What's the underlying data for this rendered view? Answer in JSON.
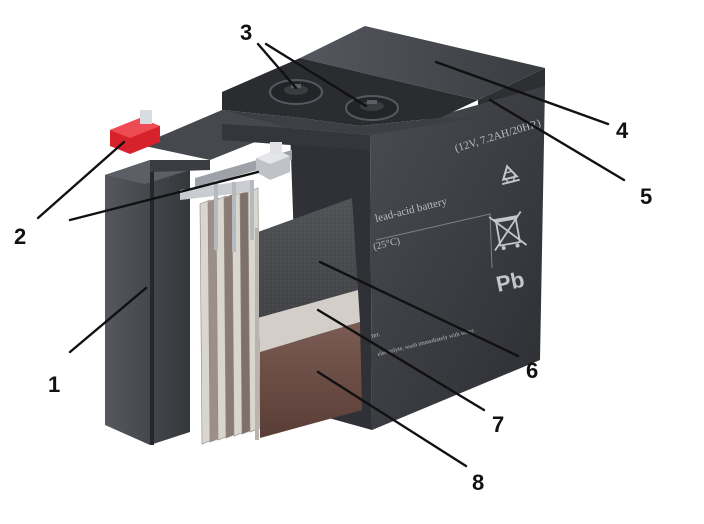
{
  "case_print": {
    "rating": "(12V, 7.2AH/20HR)",
    "type": "lead-acid battery",
    "temp": "(25°C)",
    "fine_1": "ter.",
    "fine_2": "electrolyte, wash immediately with water.",
    "pb": "Pb"
  },
  "icons": [
    "recycling-icon",
    "crossed-out-bin-icon"
  ],
  "colors": {
    "case": "#3b3d42",
    "terminal_positive": "#d8222b",
    "terminal_negative": "#bfc2c7",
    "plate_grey": "#4b4d50",
    "separator": "#c6c2bc",
    "plate_brown": "#6b4d45"
  },
  "callouts": [
    {
      "label": "1"
    },
    {
      "label": "2"
    },
    {
      "label": "3"
    },
    {
      "label": "4"
    },
    {
      "label": "5"
    },
    {
      "label": "6"
    },
    {
      "label": "7"
    },
    {
      "label": "8"
    }
  ]
}
